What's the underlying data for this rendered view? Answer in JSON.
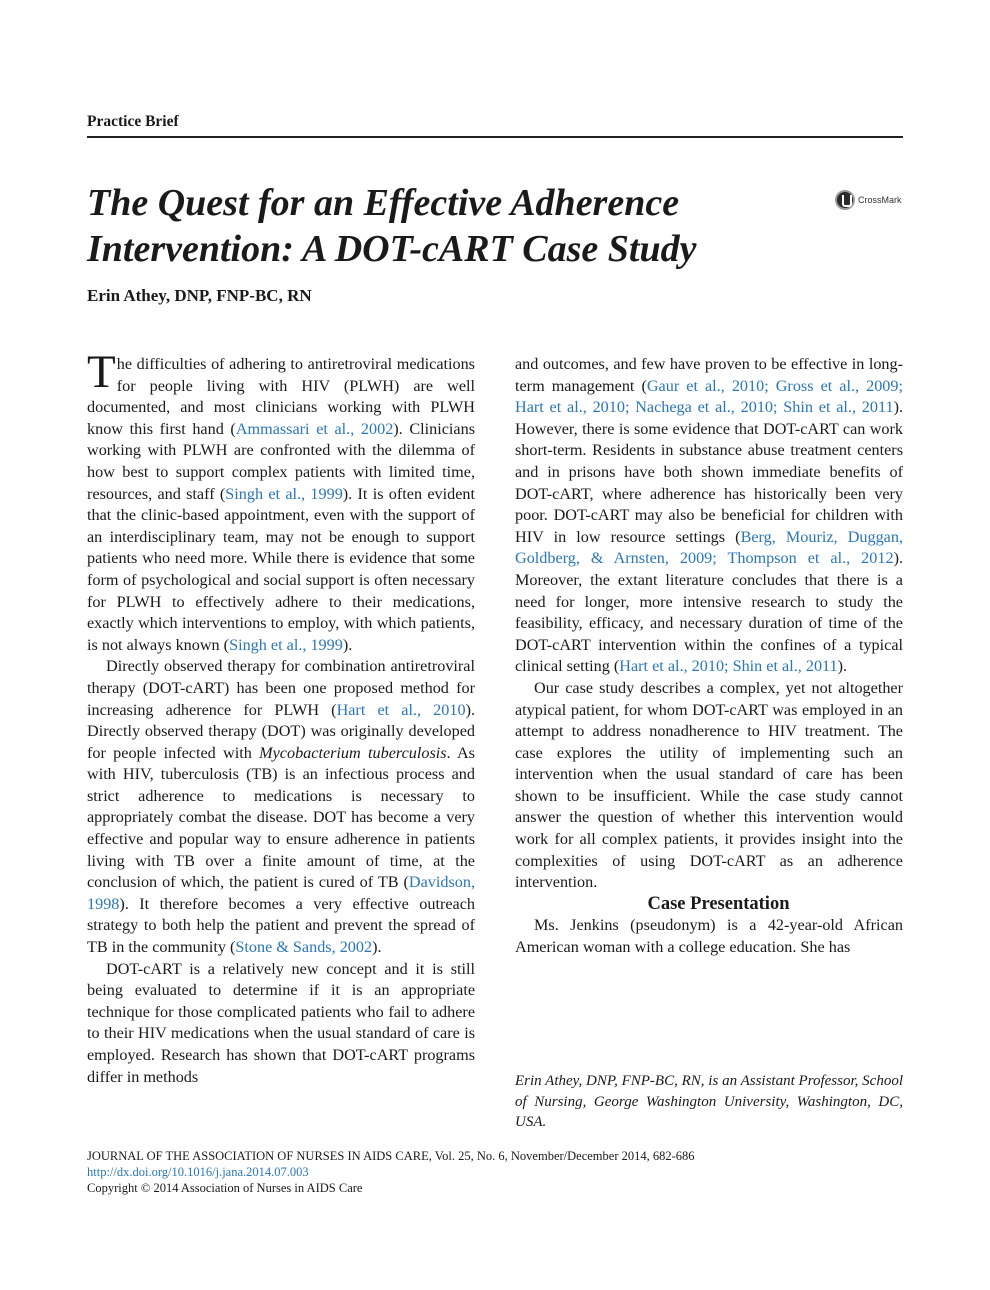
{
  "header": {
    "section_label": "Practice Brief",
    "title": "The Quest for an Effective Adherence Intervention: A DOT-cART Case Study",
    "author": "Erin Athey, DNP, FNP-BC, RN",
    "crossmark_label": "CrossMark",
    "crossmark_icon": "crossmark-icon"
  },
  "left_column": {
    "p1": {
      "dropcap": "T",
      "t1": "he difficulties of adhering to antiretroviral medications for people living with HIV (PLWH) are well documented, and most clinicians working with PLWH know this first hand (",
      "c1": "Ammassari et al., 2002",
      "t2": "). Clinicians working with PLWH are confronted with the dilemma of how best to support complex patients with limited time, resources, and staff (",
      "c2": "Singh et al., 1999",
      "t3": "). It is often evident that the clinic-based appointment, even with the support of an interdisciplinary team, may not be enough to support patients who need more. While there is evidence that some form of psychological and social support is often necessary for PLWH to effectively adhere to their medications, exactly which interventions to employ, with which patients, is not always known (",
      "c3": "Singh et al., 1999",
      "t4": ")."
    },
    "p2": {
      "t1": "Directly observed therapy for combination antiretroviral therapy (DOT-cART) has been one proposed method for increasing adherence for PLWH (",
      "c1": "Hart et al., 2010",
      "t2": "). Directly observed therapy (DOT) was originally developed for people infected with ",
      "i1": "Mycobacterium tuberculosis",
      "t3": ". As with HIV, tuberculosis (TB) is an infectious process and strict adherence to medications is necessary to appropriately combat the disease. DOT has become a very effective and popular way to ensure adherence in patients living with TB over a finite amount of time, at the conclusion of which, the patient is cured of TB (",
      "c2": "Davidson, 1998",
      "t4": "). It therefore becomes a very effective outreach strategy to both help the patient and prevent the spread of TB in the community (",
      "c3": "Stone & Sands, 2002",
      "t5": ")."
    },
    "p3": {
      "t1": "DOT-cART is a relatively new concept and it is still being evaluated to determine if it is an appropriate technique for those complicated patients who fail to adhere to their HIV medications when the usual standard of care is employed. Research has shown that DOT-cART programs differ in methods"
    }
  },
  "right_column": {
    "p1": {
      "t1": "and outcomes, and few have proven to be effective in long-term management (",
      "c1": "Gaur et al., 2010; Gross et al., 2009; Hart et al., 2010; Nachega et al., 2010; Shin et al., 2011",
      "t2": "). However, there is some evidence that DOT-cART can work short-term. Residents in substance abuse treatment centers and in prisons have both shown immediate benefits of DOT-cART, where adherence has historically been very poor. DOT-cART may also be beneficial for children with HIV in low resource settings (",
      "c2": "Berg, Mouriz, Duggan, Goldberg, & Arnsten, 2009; Thompson et al., 2012",
      "t3": "). Moreover, the extant literature concludes that there is a need for longer, more intensive research to study the feasibility, efficacy, and necessary duration of time of the DOT-cART intervention within the confines of a typical clinical setting (",
      "c3": "Hart et al., 2010; Shin et al., 2011",
      "t4": ")."
    },
    "p2": {
      "t1": "Our case study describes a complex, yet not altogether atypical patient, for whom DOT-cART was employed in an attempt to address nonadherence to HIV treatment. The case explores the utility of implementing such an intervention when the usual standard of care has been shown to be insufficient. While the case study cannot answer the question of whether this intervention would work for all complex patients, it provides insight into the complexities of using DOT-cART as an adherence intervention."
    },
    "heading": "Case Presentation",
    "p3": {
      "t1": "Ms. Jenkins (pseudonym) is a 42-year-old African American woman with a college education. She has"
    },
    "affiliation": "Erin Athey, DNP, FNP-BC, RN, is an Assistant Professor, School of Nursing, George Washington University, Washington, DC, USA."
  },
  "footer": {
    "journal": "JOURNAL OF THE ASSOCIATION OF NURSES IN AIDS CARE, Vol. 25, No. 6, November/December 2014, 682-686",
    "doi": "http://dx.doi.org/10.1016/j.jana.2014.07.003",
    "copyright": "Copyright © 2014 Association of Nurses in AIDS Care"
  },
  "colors": {
    "citation_link": "#2a76b8",
    "text": "#1a1a1a"
  }
}
